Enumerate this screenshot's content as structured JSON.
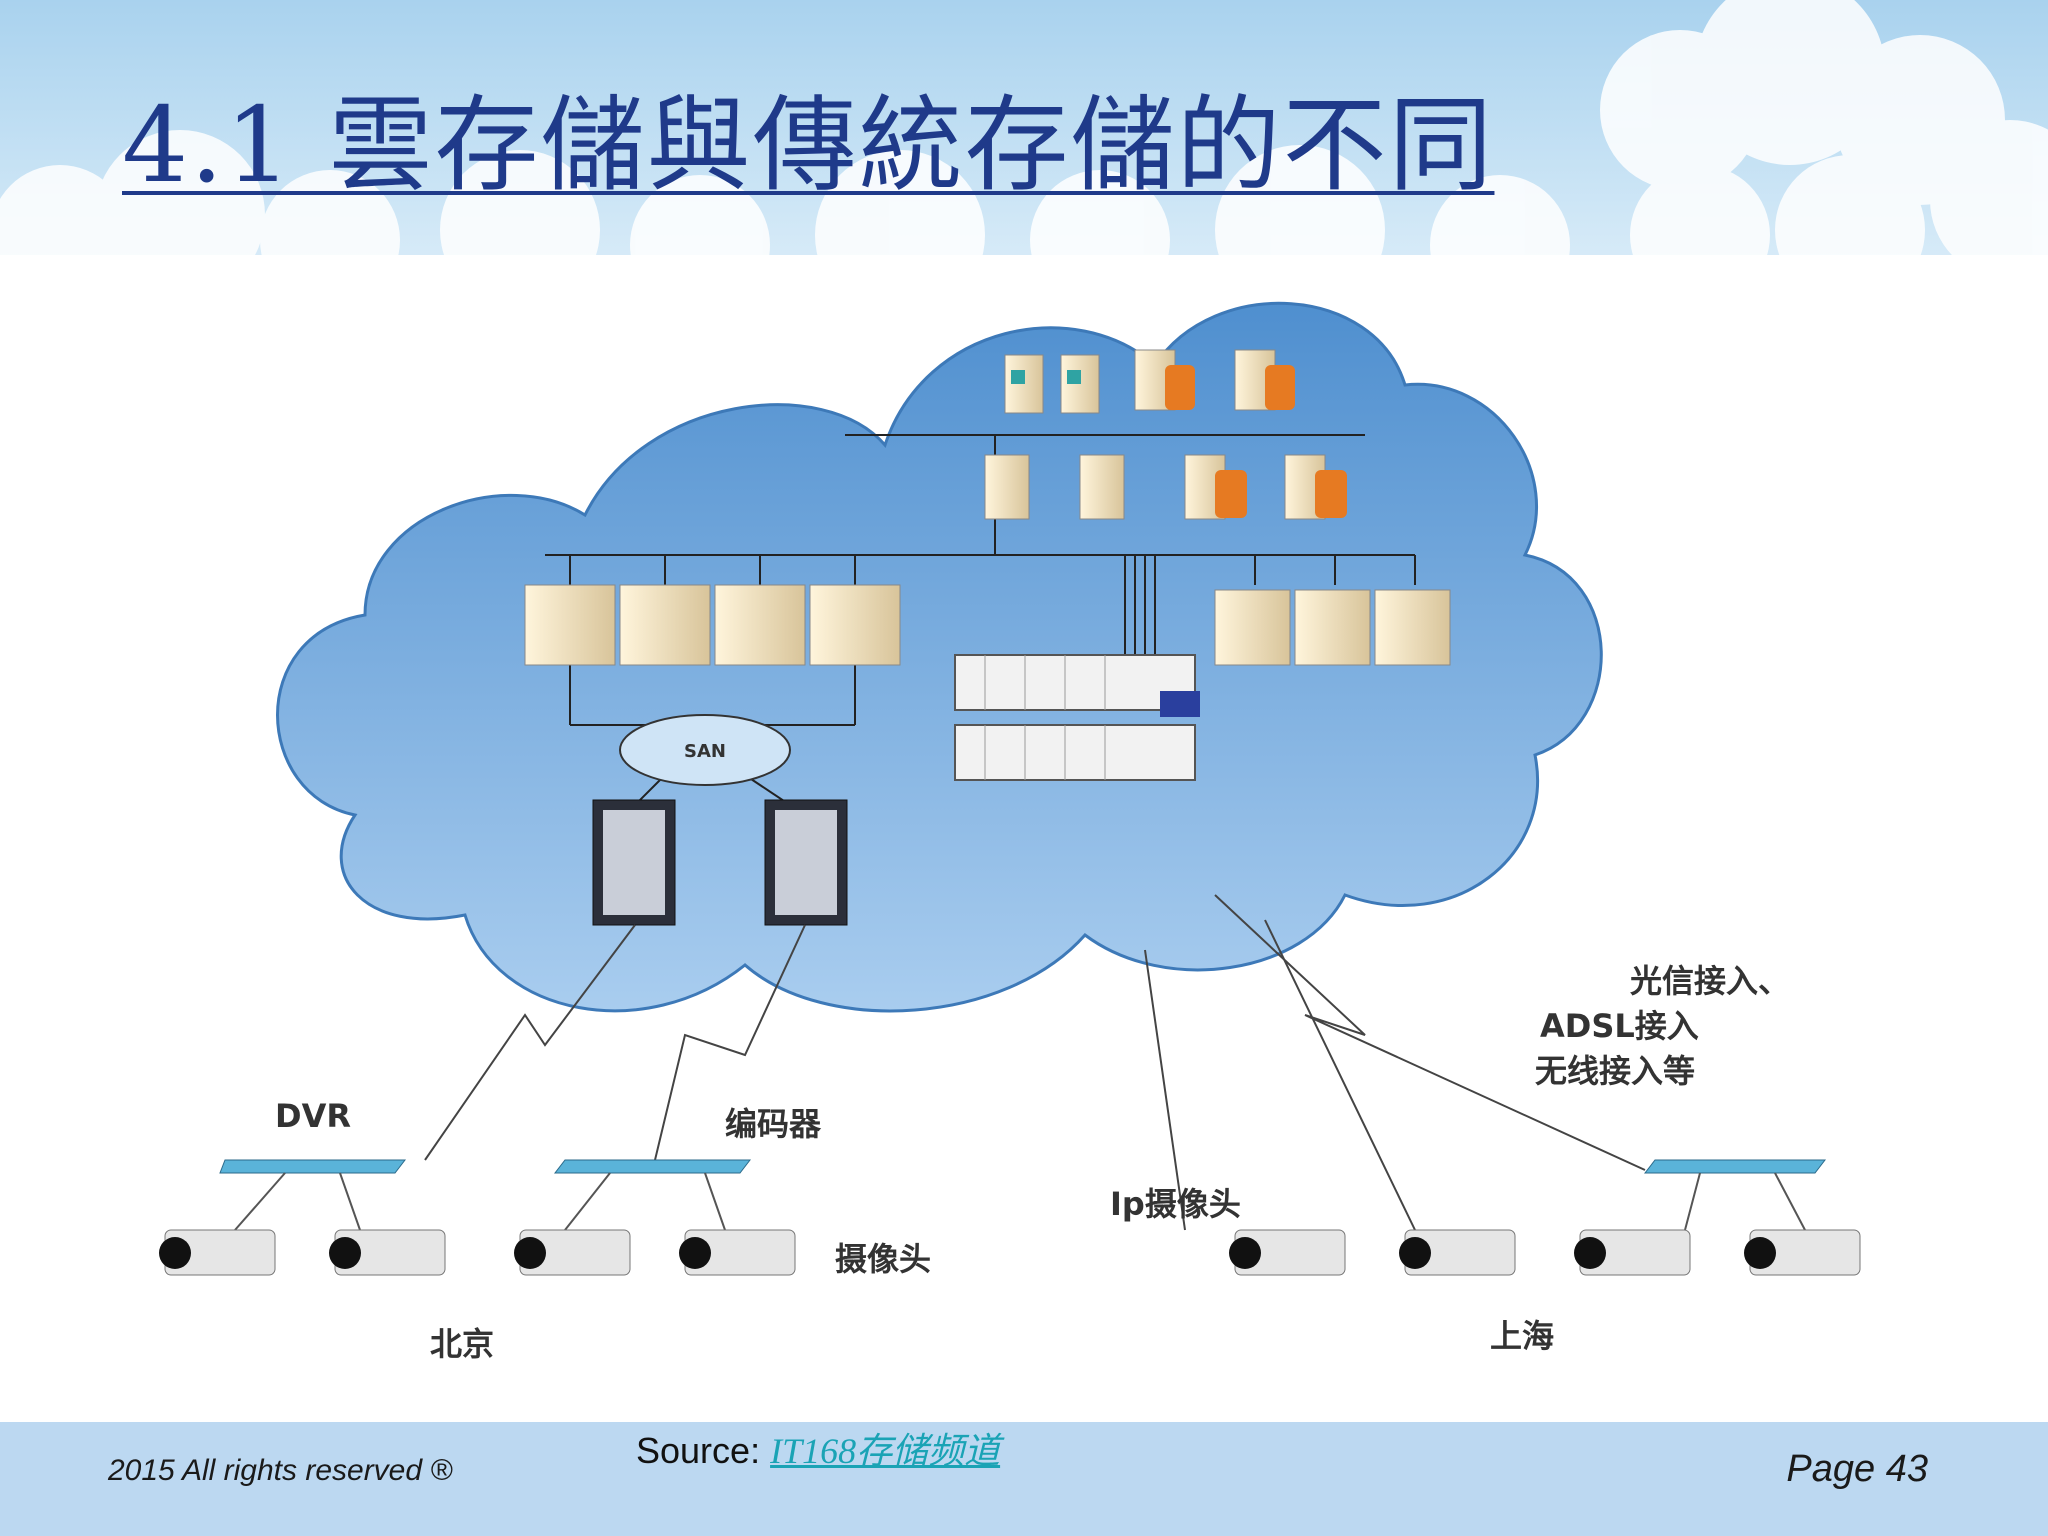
{
  "slide": {
    "title": "4.1 雲存儲與傳統存儲的不同",
    "colors": {
      "title": "#1f3a8a",
      "sky": "#a8d1ee",
      "cloud_fill": "#6fa8dc",
      "footer": "#bcd8f1",
      "link": "#1aa3b5"
    }
  },
  "diagram": {
    "cloud_inner_label": "SAN",
    "labels": {
      "dvr": "DVR",
      "encoder": "编码器",
      "camera": "摄像头",
      "ip_camera": "Ip摄像头",
      "access_line1": "光信接入、",
      "access_line2": "ADSL接入",
      "access_line3": "无线接入等",
      "beijing": "北京",
      "shanghai": "上海"
    },
    "icons": [
      "server-icon",
      "storage-icon",
      "rack-icon",
      "disk-array-icon",
      "camera-icon",
      "switch-icon"
    ]
  },
  "footer": {
    "copyright": "2015 All rights reserved ®",
    "source_prefix": "Source: ",
    "source_link": "IT168存储频道",
    "page": "Page 43"
  }
}
